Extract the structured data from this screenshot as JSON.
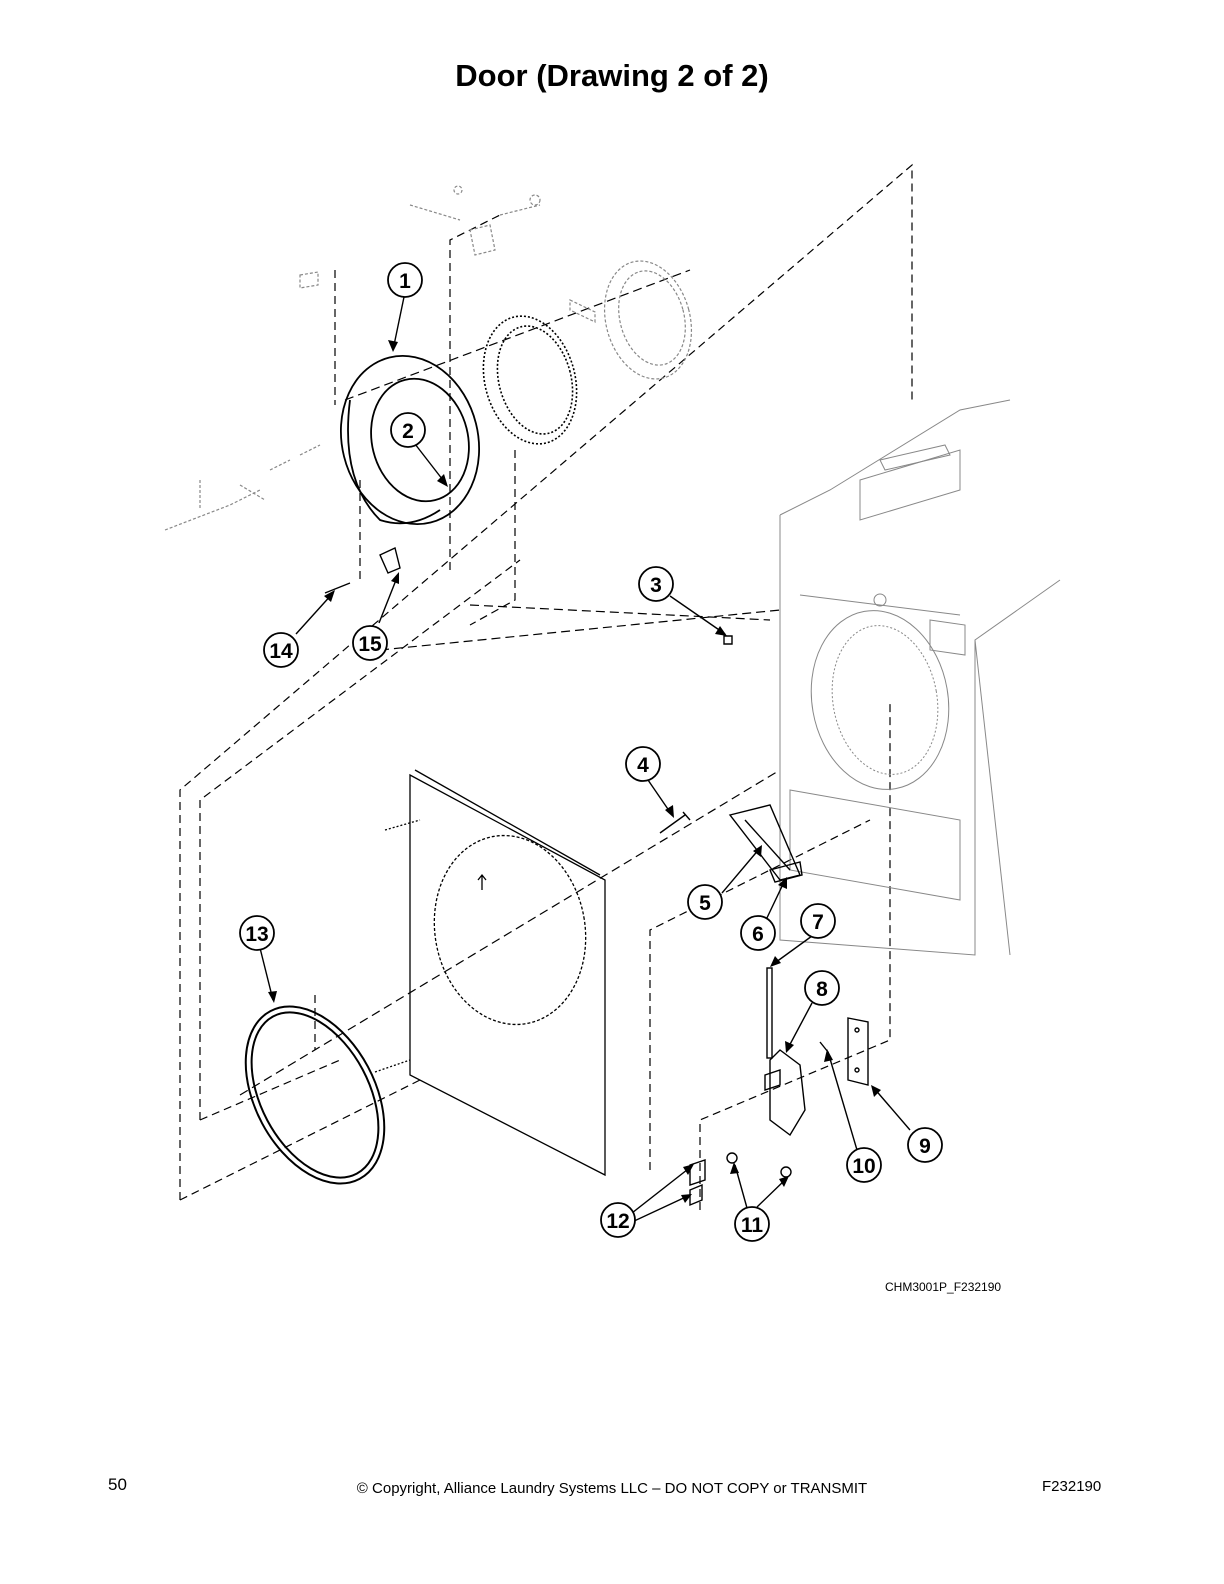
{
  "page": {
    "title": "Door (Drawing 2 of 2)",
    "reference_code": "CHM3001P_F232190",
    "footer": {
      "page_number": "50",
      "copyright": "© Copyright, Alliance Laundry Systems LLC – DO NOT COPY or TRANSMIT",
      "document_code": "F232190"
    }
  },
  "callouts": [
    {
      "label": "1"
    },
    {
      "label": "2"
    },
    {
      "label": "3"
    },
    {
      "label": "4"
    },
    {
      "label": "5"
    },
    {
      "label": "6"
    },
    {
      "label": "7"
    },
    {
      "label": "8"
    },
    {
      "label": "9"
    },
    {
      "label": "10"
    },
    {
      "label": "11"
    },
    {
      "label": "12"
    },
    {
      "label": "13"
    },
    {
      "label": "14"
    },
    {
      "label": "15"
    }
  ],
  "colors": {
    "ink": "#000000",
    "background": "#ffffff",
    "ghost": "#888888"
  }
}
